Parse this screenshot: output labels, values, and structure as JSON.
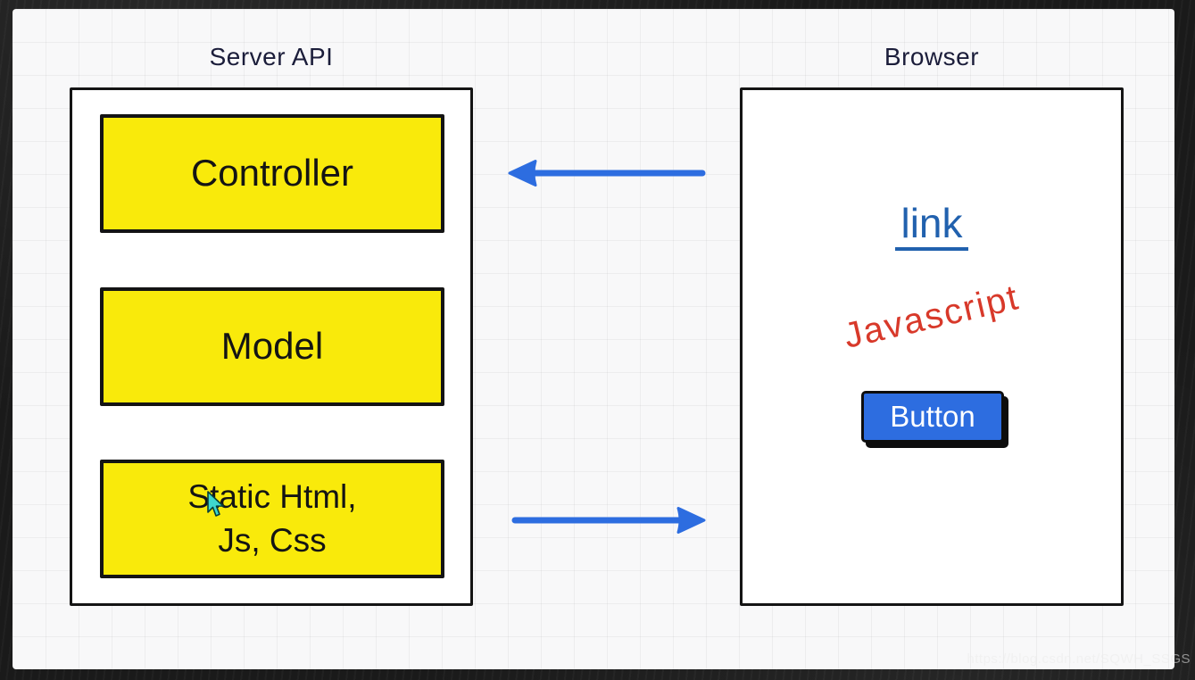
{
  "frame": {
    "watermark": "https://blog.csdn.net/SQWH_SSGS"
  },
  "server_panel": {
    "title": "Server API",
    "layers": [
      {
        "label": "Controller"
      },
      {
        "label": "Model"
      },
      {
        "label": "Static Html,\nJs, Css"
      }
    ]
  },
  "browser_panel": {
    "title": "Browser",
    "link_label": "link",
    "script_label": "Javascript",
    "button_label": "Button"
  },
  "arrows": [
    {
      "name": "browser-to-server",
      "direction": "left"
    },
    {
      "name": "server-to-browser",
      "direction": "right"
    }
  ],
  "colors": {
    "layer_fill": "#f9ea0b",
    "arrow_blue": "#2d6de0",
    "link_blue": "#2161ae",
    "script_red": "#d8392a",
    "button_blue": "#2d6de0",
    "paper": "#f8f8f9",
    "frame_dark": "#1a1a1a"
  }
}
